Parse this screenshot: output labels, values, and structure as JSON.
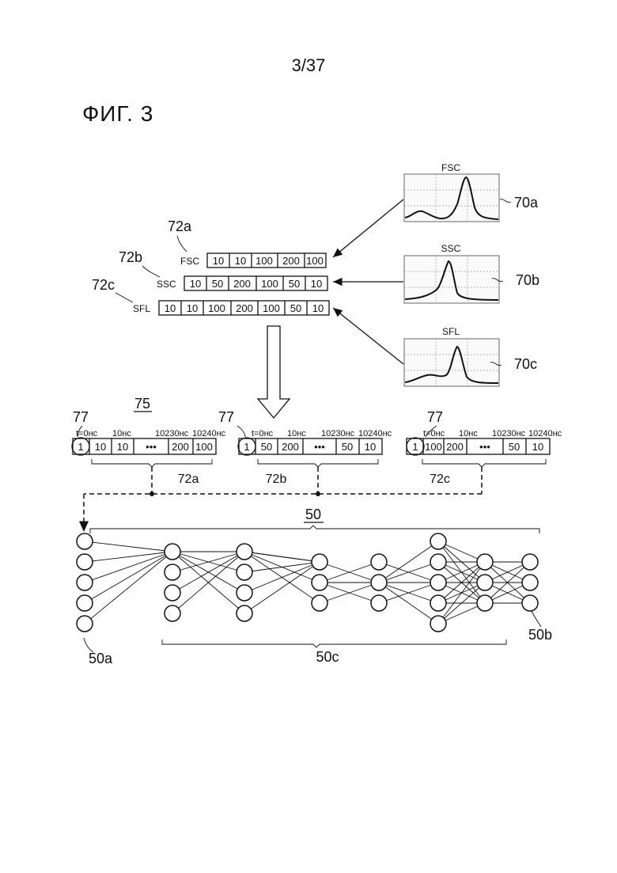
{
  "page_number": "3/37",
  "figure_title": "ФИГ. 3",
  "plots": [
    {
      "id": "70a",
      "title": "FSC",
      "ref": "70a"
    },
    {
      "id": "70b",
      "title": "SSC",
      "ref": "70b"
    },
    {
      "id": "70c",
      "title": "SFL",
      "ref": "70c"
    }
  ],
  "rows": [
    {
      "ref": "72a",
      "label": "FSC",
      "cells": [
        "10",
        "10",
        "100",
        "200",
        "100"
      ]
    },
    {
      "ref": "72b",
      "label": "SSC",
      "cells": [
        "10",
        "50",
        "200",
        "100",
        "50",
        "10"
      ]
    },
    {
      "ref": "72c",
      "label": "SFL",
      "cells": [
        "10",
        "10",
        "100",
        "200",
        "100",
        "50",
        "10"
      ]
    }
  ],
  "combined_ref": "75",
  "segments": [
    {
      "marker_ref": "77",
      "marker": "1",
      "cells": [
        "10",
        "10",
        "•••",
        "200",
        "100"
      ],
      "time_labels": [
        "t=0нс",
        "10нс",
        "10230нс",
        "10240нс"
      ],
      "brace_label": "72a"
    },
    {
      "marker_ref": "77",
      "marker": "1",
      "cells": [
        "50",
        "200",
        "•••",
        "50",
        "10"
      ],
      "time_labels": [
        "t=0нс",
        "10нс",
        "10230нс",
        "10240нс"
      ],
      "brace_label": "72b"
    },
    {
      "marker_ref": "77",
      "marker": "1",
      "cells": [
        "100",
        "200",
        "•••",
        "50",
        "10"
      ],
      "time_labels": [
        "t=0нс",
        "10нс",
        "10230нс",
        "10240нс"
      ],
      "brace_label": "72c"
    }
  ],
  "network": {
    "ref": "50",
    "input_ref": "50a",
    "hidden_ref": "50c",
    "output_ref": "50b",
    "layer_sizes": [
      5,
      4,
      4,
      3,
      3,
      5,
      3,
      3
    ]
  }
}
